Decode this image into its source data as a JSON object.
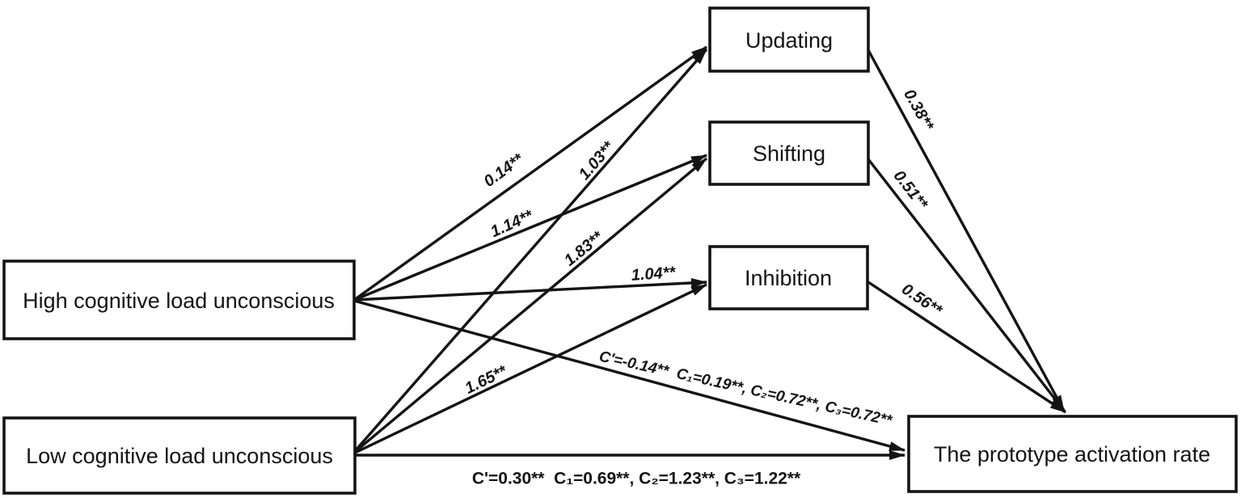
{
  "figure": {
    "type": "mediation-path-diagram",
    "colors": {
      "ink": "#141414",
      "background": "#ffffff"
    },
    "nodes": {
      "high": "High cognitive load unconscious",
      "low": "Low cognitive load unconscious",
      "updating": "Updating",
      "shifting": "Shifting",
      "inhibition": "Inhibition",
      "outcome": "The prototype activation rate"
    },
    "coefficients": {
      "high_to_updating": "0.14**",
      "low_to_updating": "1.03**",
      "high_to_shifting": "1.14**",
      "low_to_shifting": "1.83**",
      "high_to_inhibition": "1.04**",
      "low_to_inhibition": "1.65**",
      "updating_to_outcome": "0.38**",
      "shifting_to_outcome": "0.51**",
      "inhibition_to_outcome": "0.56**",
      "high_to_outcome_direct": "C'=-0.14**  C₁=0.19**, C₂=0.72**, C₃=0.72**",
      "low_to_outcome_direct": "C'=0.30**  C₁=0.69**, C₂=1.23**, C₃=1.22**"
    }
  }
}
